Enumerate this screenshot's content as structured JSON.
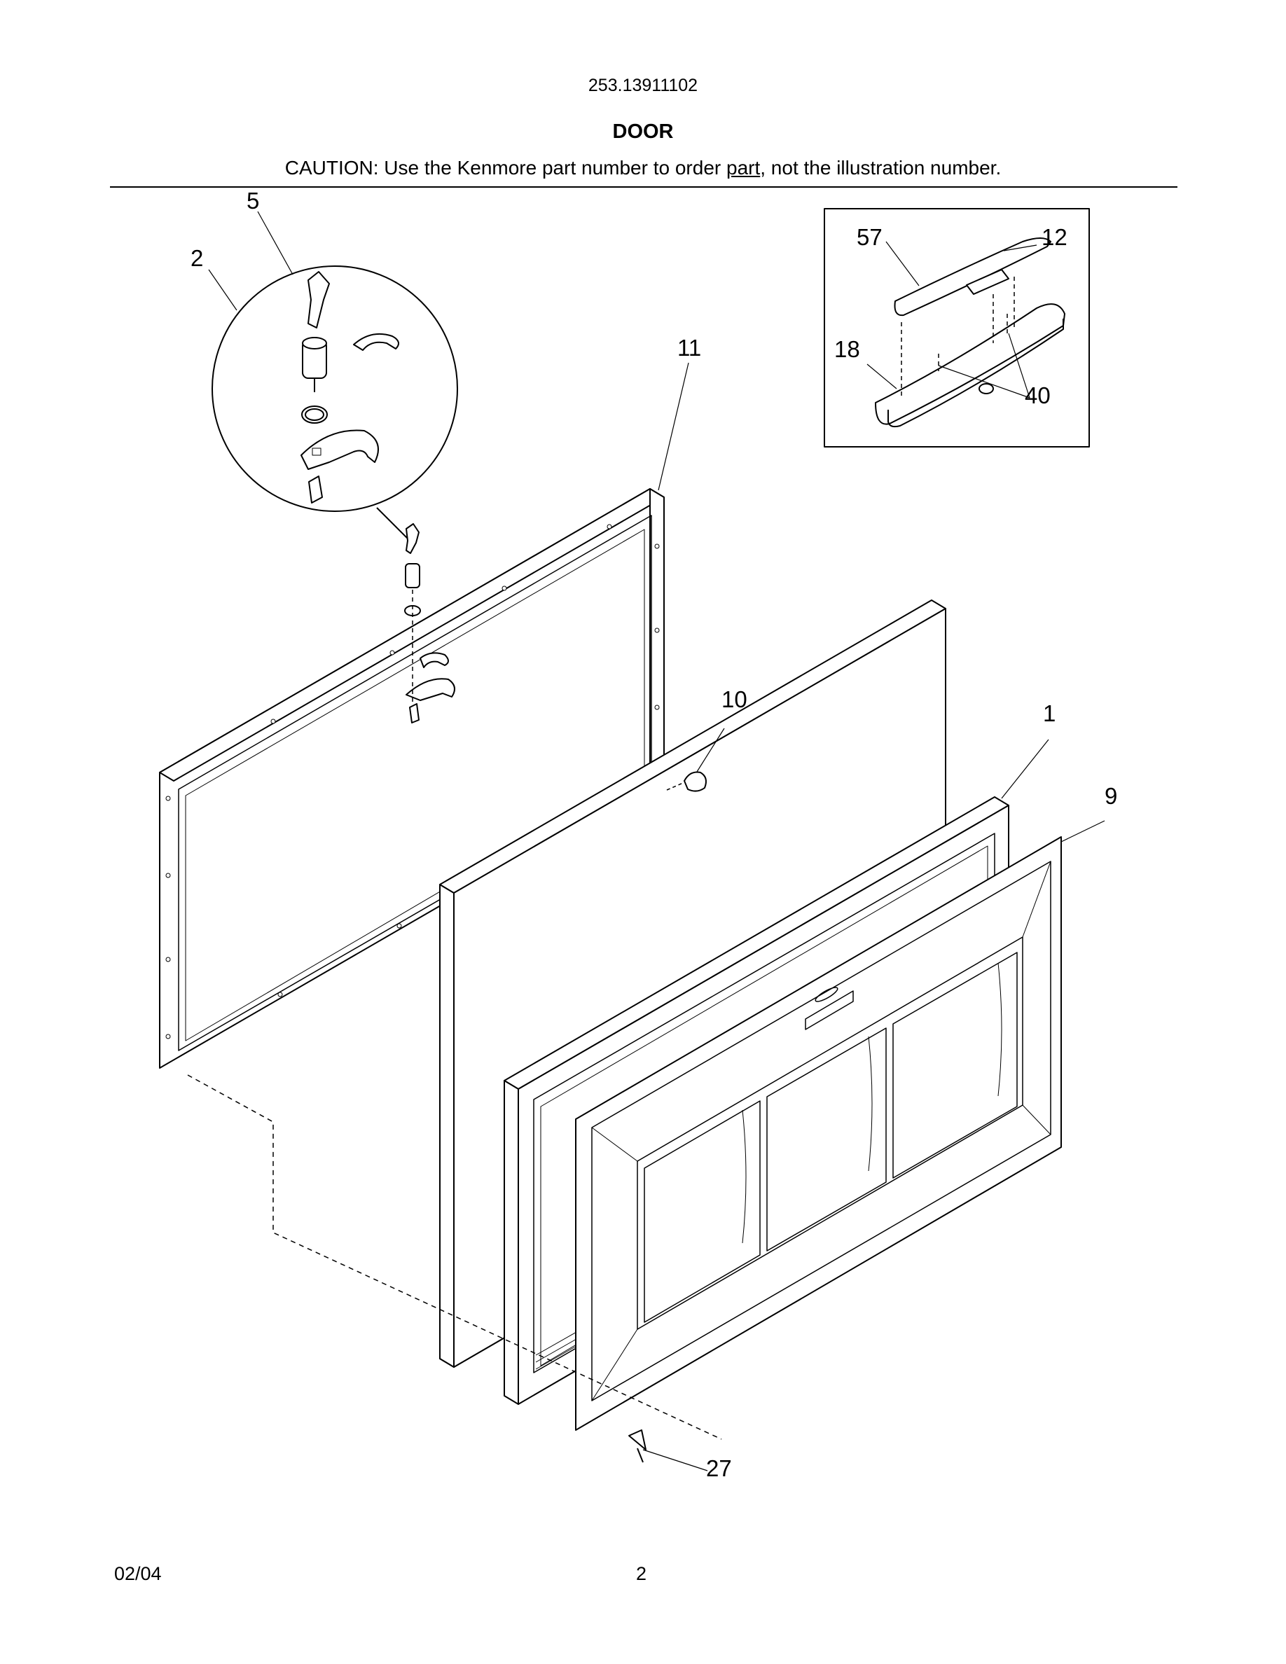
{
  "header": {
    "model_number": "253.13911102",
    "section_title": "DOOR",
    "caution": {
      "before": "CAUTION: Use the Kenmore part number to order ",
      "underlined": "part",
      "after": ", not the illustration number."
    }
  },
  "callouts": [
    "5",
    "2",
    "11",
    "57",
    "12",
    "18",
    "40",
    "10",
    "1",
    "9",
    "27"
  ],
  "footer": {
    "date": "02/04",
    "page": "2"
  }
}
